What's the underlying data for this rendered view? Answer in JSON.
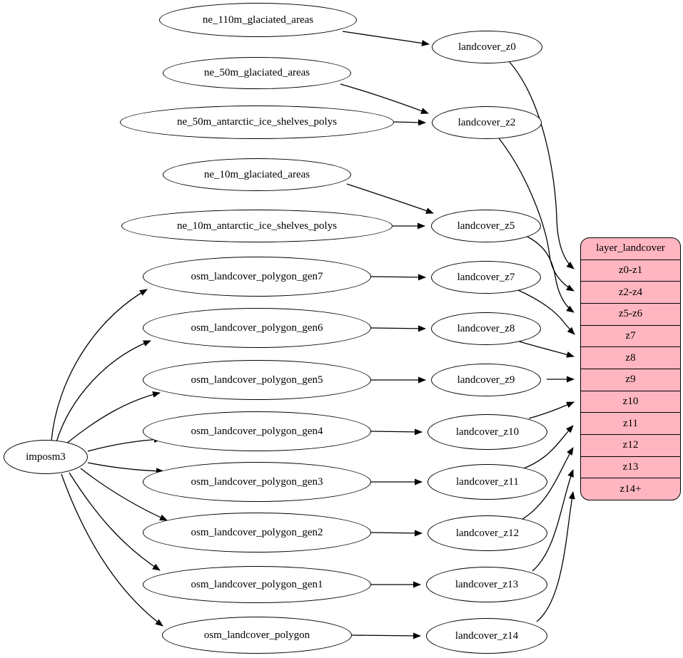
{
  "diagram": {
    "importer": "imposm3",
    "sources": [
      "ne_110m_glaciated_areas",
      "ne_50m_glaciated_areas",
      "ne_50m_antarctic_ice_shelves_polys",
      "ne_10m_glaciated_areas",
      "ne_10m_antarctic_ice_shelves_polys",
      "osm_landcover_polygon_gen7",
      "osm_landcover_polygon_gen6",
      "osm_landcover_polygon_gen5",
      "osm_landcover_polygon_gen4",
      "osm_landcover_polygon_gen3",
      "osm_landcover_polygon_gen2",
      "osm_landcover_polygon_gen1",
      "osm_landcover_polygon"
    ],
    "generalized_tables": [
      "landcover_z0",
      "landcover_z2",
      "landcover_z5",
      "landcover_z7",
      "landcover_z8",
      "landcover_z9",
      "landcover_z10",
      "landcover_z11",
      "landcover_z12",
      "landcover_z13",
      "landcover_z14"
    ],
    "layer_table": {
      "title": "layer_landcover",
      "rows": [
        "z0-z1",
        "z2-z4",
        "z5-z6",
        "z7",
        "z8",
        "z9",
        "z10",
        "z11",
        "z12",
        "z13",
        "z14+"
      ]
    },
    "colors": {
      "layer_table_fill": "#ffb6c1",
      "node_fill": "#ffffff",
      "stroke": "#000000"
    }
  }
}
